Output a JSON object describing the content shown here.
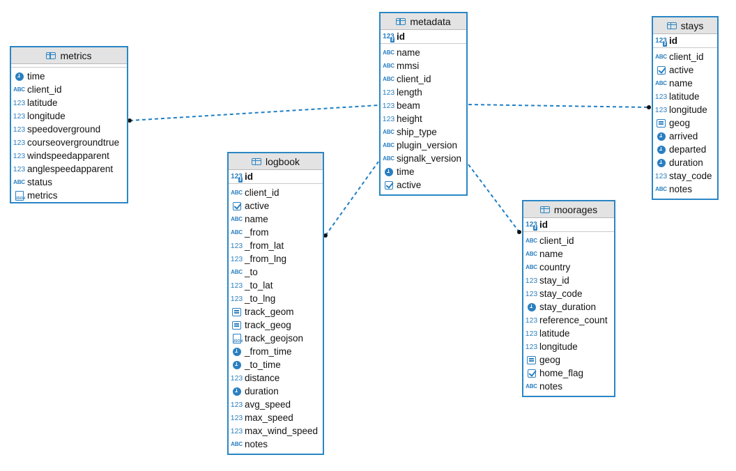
{
  "tables": {
    "metrics": {
      "title": "metrics",
      "key": [],
      "columns": [
        {
          "name": "time",
          "type": "time"
        },
        {
          "name": "client_id",
          "type": "text"
        },
        {
          "name": "latitude",
          "type": "number"
        },
        {
          "name": "longitude",
          "type": "number"
        },
        {
          "name": "speedoverground",
          "type": "number"
        },
        {
          "name": "courseovergroundtrue",
          "type": "number"
        },
        {
          "name": "windspeedapparent",
          "type": "number"
        },
        {
          "name": "anglespeedapparent",
          "type": "number"
        },
        {
          "name": "status",
          "type": "text"
        },
        {
          "name": "metrics",
          "type": "json"
        }
      ]
    },
    "metadata": {
      "title": "metadata",
      "key": [
        {
          "name": "id",
          "type": "key"
        }
      ],
      "columns": [
        {
          "name": "name",
          "type": "text"
        },
        {
          "name": "mmsi",
          "type": "text"
        },
        {
          "name": "client_id",
          "type": "text"
        },
        {
          "name": "length",
          "type": "number"
        },
        {
          "name": "beam",
          "type": "number"
        },
        {
          "name": "height",
          "type": "number"
        },
        {
          "name": "ship_type",
          "type": "text"
        },
        {
          "name": "plugin_version",
          "type": "text"
        },
        {
          "name": "signalk_version",
          "type": "text"
        },
        {
          "name": "time",
          "type": "time"
        },
        {
          "name": "active",
          "type": "bool"
        }
      ]
    },
    "logbook": {
      "title": "logbook",
      "key": [
        {
          "name": "id",
          "type": "key"
        }
      ],
      "columns": [
        {
          "name": "client_id",
          "type": "text"
        },
        {
          "name": "active",
          "type": "bool"
        },
        {
          "name": "name",
          "type": "text"
        },
        {
          "name": "_from",
          "type": "text"
        },
        {
          "name": "_from_lat",
          "type": "number"
        },
        {
          "name": "_from_lng",
          "type": "number"
        },
        {
          "name": "_to",
          "type": "text"
        },
        {
          "name": "_to_lat",
          "type": "number"
        },
        {
          "name": "_to_lng",
          "type": "number"
        },
        {
          "name": "track_geom",
          "type": "geo"
        },
        {
          "name": "track_geog",
          "type": "geo"
        },
        {
          "name": "track_geojson",
          "type": "json"
        },
        {
          "name": "_from_time",
          "type": "time"
        },
        {
          "name": "_to_time",
          "type": "time"
        },
        {
          "name": "distance",
          "type": "number"
        },
        {
          "name": "duration",
          "type": "time"
        },
        {
          "name": "avg_speed",
          "type": "number"
        },
        {
          "name": "max_speed",
          "type": "number"
        },
        {
          "name": "max_wind_speed",
          "type": "number"
        },
        {
          "name": "notes",
          "type": "text"
        }
      ]
    },
    "stays": {
      "title": "stays",
      "key": [
        {
          "name": "id",
          "type": "key"
        }
      ],
      "columns": [
        {
          "name": "client_id",
          "type": "text"
        },
        {
          "name": "active",
          "type": "bool"
        },
        {
          "name": "name",
          "type": "text"
        },
        {
          "name": "latitude",
          "type": "number"
        },
        {
          "name": "longitude",
          "type": "number"
        },
        {
          "name": "geog",
          "type": "geo"
        },
        {
          "name": "arrived",
          "type": "time"
        },
        {
          "name": "departed",
          "type": "time"
        },
        {
          "name": "duration",
          "type": "time"
        },
        {
          "name": "stay_code",
          "type": "number"
        },
        {
          "name": "notes",
          "type": "text"
        }
      ]
    },
    "moorages": {
      "title": "moorages",
      "key": [
        {
          "name": "id",
          "type": "key"
        }
      ],
      "columns": [
        {
          "name": "client_id",
          "type": "text"
        },
        {
          "name": "name",
          "type": "text"
        },
        {
          "name": "country",
          "type": "text"
        },
        {
          "name": "stay_id",
          "type": "number"
        },
        {
          "name": "stay_code",
          "type": "number"
        },
        {
          "name": "stay_duration",
          "type": "time"
        },
        {
          "name": "reference_count",
          "type": "number"
        },
        {
          "name": "latitude",
          "type": "number"
        },
        {
          "name": "longitude",
          "type": "number"
        },
        {
          "name": "geog",
          "type": "geo"
        },
        {
          "name": "home_flag",
          "type": "bool"
        },
        {
          "name": "notes",
          "type": "text"
        }
      ]
    }
  },
  "relations": [
    {
      "from": "metrics",
      "to": "metadata"
    },
    {
      "from": "logbook",
      "to": "metadata"
    },
    {
      "from": "stays",
      "to": "metadata"
    },
    {
      "from": "moorages",
      "to": "metadata"
    }
  ],
  "colors": {
    "accent": "#2a86c5",
    "header": "#e3e3e3",
    "link": "#1f7fc4"
  }
}
